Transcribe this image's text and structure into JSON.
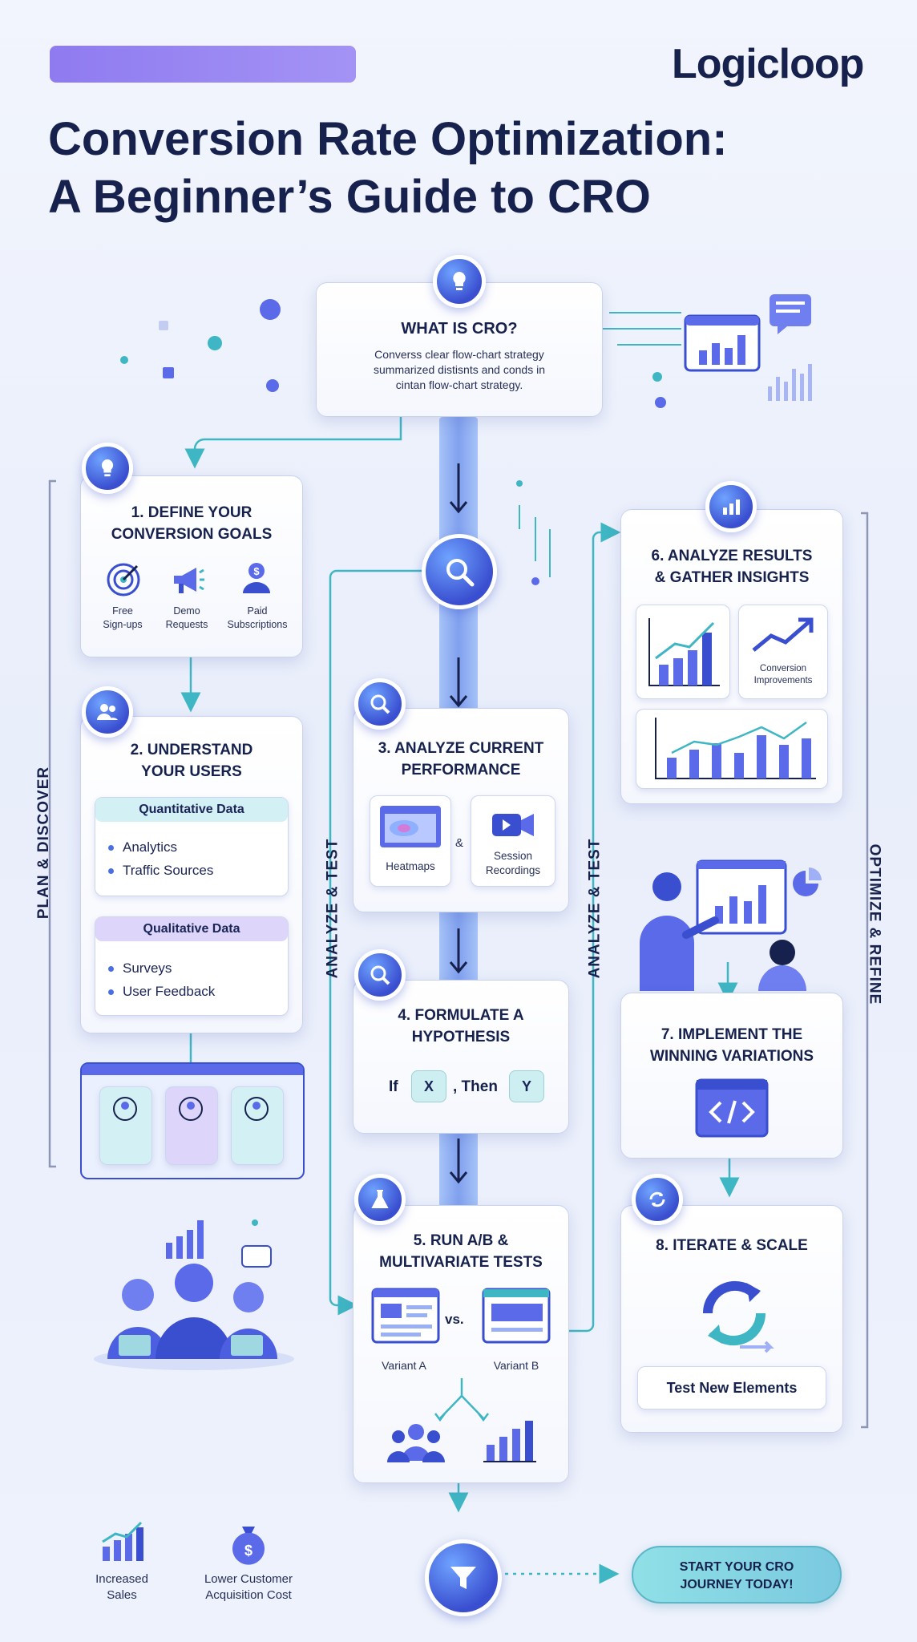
{
  "brand": {
    "name": "Logicloop"
  },
  "title": {
    "line1": "Conversion Rate Optimization:",
    "line2": "A Beginner’s Guide to CRO"
  },
  "sections": {
    "left": "PLAN & DISCOVER",
    "mid": "ANALYZE & TEST",
    "mid2": "ANALYZE & TEST",
    "right": "OPTIMIZE & REFINE"
  },
  "what_is": {
    "title": "WHAT IS CRO?",
    "body": [
      "Converss clear flow-chart strategy",
      "summarized distisnts and conds in",
      "cintan flow-chart strategy."
    ]
  },
  "step1": {
    "title": [
      "1. DEFINE YOUR",
      "CONVERSION GOALS"
    ],
    "items": [
      {
        "label": [
          "Free",
          "Sign-ups"
        ],
        "icon": "target-icon"
      },
      {
        "label": [
          "Demo",
          "Requests"
        ],
        "icon": "megaphone-icon"
      },
      {
        "label": [
          "Paid",
          "Subscriptions"
        ],
        "icon": "money-user-icon"
      }
    ]
  },
  "step2": {
    "title": [
      "2. UNDERSTAND",
      "YOUR USERS"
    ],
    "quant": {
      "heading": "Quantitative Data",
      "items": [
        "Analytics",
        "Traffic Sources"
      ]
    },
    "qual": {
      "heading": "Qualitative Data",
      "items": [
        "Surveys",
        "User Feedback"
      ]
    }
  },
  "step3": {
    "title": [
      "3. ANALYZE CURRENT",
      "PERFORMANCE"
    ],
    "left": "Heatmaps",
    "amp": "&",
    "right": [
      "Session",
      "Recordings"
    ]
  },
  "step4": {
    "title": [
      "4. FORMULATE A",
      "HYPOTHESIS"
    ],
    "if": "If",
    "x": "X",
    "then": ", Then",
    "y": "Y"
  },
  "step5": {
    "title": [
      "5. RUN A/B &",
      "MULTIVARIATE TESTS"
    ],
    "a": "Variant A",
    "vs": "vs.",
    "b": "Variant B"
  },
  "step6": {
    "title": [
      "6. ANALYZE RESULTS",
      "& GATHER INSIGHTS"
    ],
    "caption": [
      "Conversion",
      "Improvements"
    ]
  },
  "step7": {
    "title": [
      "7. IMPLEMENT THE",
      "WINNING VARIATIONS"
    ]
  },
  "step8": {
    "title": "8. ITERATE & SCALE",
    "button": "Test New Elements"
  },
  "footer": {
    "benefit1": [
      "Increased",
      "Sales"
    ],
    "benefit2": [
      "Lower Customer",
      "Acquisition Cost"
    ],
    "cta": [
      "START YOUR CRO",
      "JOURNEY TODAY!"
    ]
  },
  "colors": {
    "navy": "#16214d",
    "blue": "#3a4fd0",
    "teal": "#3fb6c3",
    "purple": "#9b8bf2",
    "bar": "#5468e6"
  }
}
